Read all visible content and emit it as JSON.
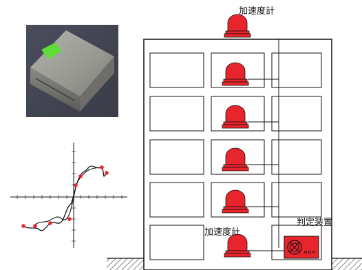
{
  "labels": {
    "top_sensor": "加速度計",
    "ground_sensor": "加速度計",
    "judgment_device": "判定装置"
  },
  "colors": {
    "sensor_red": "#e8252c",
    "sensor_dark": "#b01a1e",
    "line": "#111111",
    "curve_marker": "#e8252c"
  },
  "photo": {
    "subject": "accelerometer-unit-photo"
  }
}
